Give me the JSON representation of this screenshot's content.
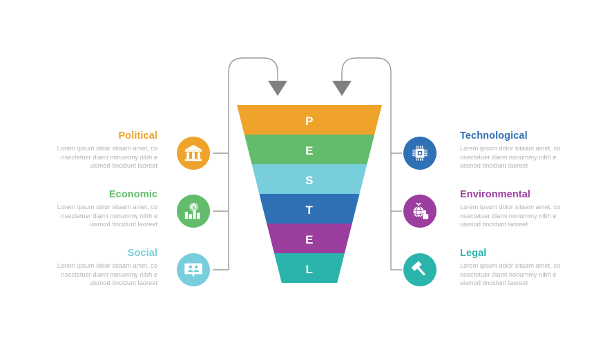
{
  "infographic": {
    "kind": "pestel-funnel-infographic",
    "funnel": {
      "letters": [
        {
          "letter": "P",
          "color": "#EFA32B"
        },
        {
          "letter": "E",
          "color": "#63BC6B"
        },
        {
          "letter": "S",
          "color": "#78CEDD"
        },
        {
          "letter": "T",
          "color": "#3070B5"
        },
        {
          "letter": "E",
          "color": "#9B3E9E"
        },
        {
          "letter": "L",
          "color": "#2BB4AC"
        }
      ]
    },
    "left_items": [
      {
        "title": "Political",
        "color": "#EFA32B",
        "icon": "bank-building-icon",
        "description": "Lorem ipsum dolor sitaam amet, co nsectetuer diami nonummy  nibh e uismod tincidunt laoreet"
      },
      {
        "title": "Economic",
        "color": "#63BC6B",
        "icon": "bar-chart-dollar-icon",
        "description": "Lorem ipsum dolor sitaam amet, co nsectetuer diami nonummy  nibh e uismod tincidunt laoreet"
      },
      {
        "title": "Social",
        "color": "#78CEDD",
        "icon": "people-speech-bubble-icon",
        "description": "Lorem ipsum dolor sitaam amet, co nsectetuer diami nonummy  nibh e uismod tincidunt laoreet"
      }
    ],
    "right_items": [
      {
        "title": "Technological",
        "color": "#3070B5",
        "icon": "microchip-icon",
        "description": "Lorem ipsum dolor sitaam amet, co nsectetuer diami nonummy  nibh e uismod tincidunt laoreet"
      },
      {
        "title": "Environmental",
        "color": "#9B3E9E",
        "icon": "globe-sprout-hand-icon",
        "description": "Lorem ipsum dolor sitaam amet, co nsectetuer diami nonummy  nibh e uismod tincidunt laoreet"
      },
      {
        "title": "Legal",
        "color": "#2BB4AC",
        "icon": "gavel-icon",
        "description": "Lorem ipsum dolor sitaam amet, co nsectetuer diami nonummy  nibh e uismod tincidunt laoreet"
      }
    ],
    "decorations": {
      "arrow_count": 2,
      "arrow_color": "#808080",
      "connector_color": "#9a9a9a"
    }
  }
}
